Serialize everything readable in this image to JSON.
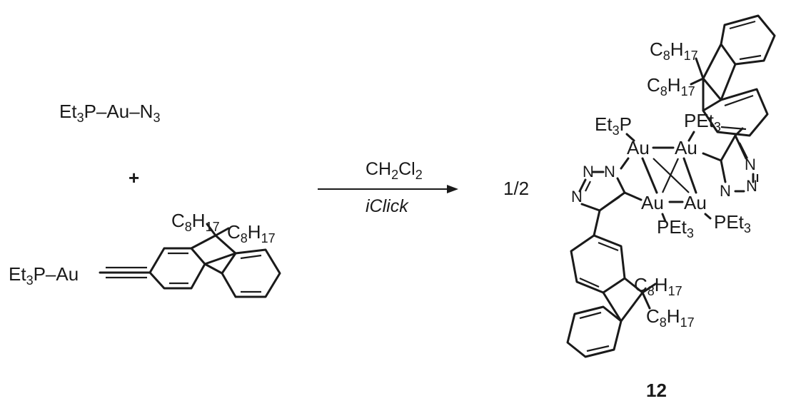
{
  "reactant1": {
    "prefix": "Et",
    "sub1": "3",
    "mid": "P–Au–N",
    "sub2": "3"
  },
  "plus": "+",
  "reactant2": {
    "label_prefix": "Et",
    "label_sub": "3",
    "label_mid": "P–Au",
    "substituent_a": {
      "base": "C",
      "sub1": "8",
      "mid": "H",
      "sub2": "17"
    },
    "substituent_b": {
      "base": "C",
      "sub1": "8",
      "mid": "H",
      "sub2": "17"
    }
  },
  "arrow": {
    "solvent": {
      "a": "CH",
      "s1": "2",
      "b": "Cl",
      "s2": "2"
    },
    "method": "iClick"
  },
  "coefficient": "1/2",
  "product": {
    "number": "12",
    "gold": "Au",
    "ligand_left": {
      "a": "Et",
      "s": "3",
      "b": "P"
    },
    "ligand_right": {
      "a": "PEt",
      "s": "3"
    },
    "alkyl": {
      "base": "C",
      "sub1": "8",
      "mid": "H",
      "sub2": "17"
    },
    "N": "N"
  }
}
